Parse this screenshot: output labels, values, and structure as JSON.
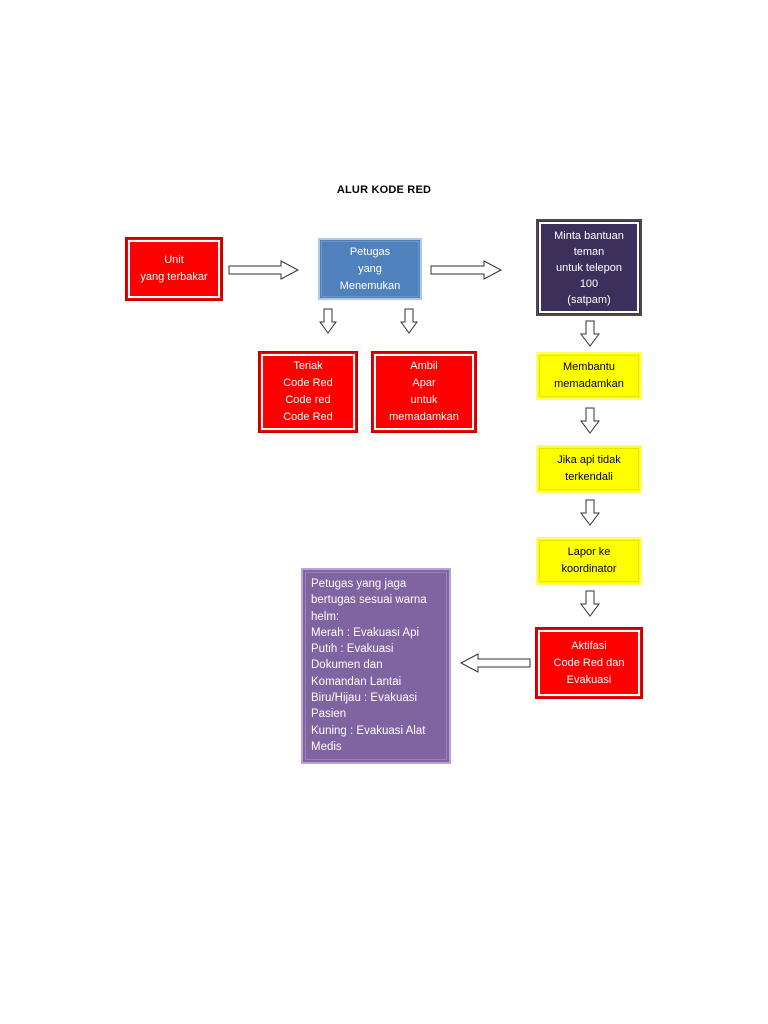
{
  "title": "ALUR KODE RED",
  "nodes": {
    "unit": [
      "Unit",
      "yang terbakar"
    ],
    "petugas": [
      "Petugas",
      "yang",
      "Menemukan"
    ],
    "minta": [
      "Minta bantuan",
      "teman",
      "untuk telepon",
      "100",
      "(satpam)"
    ],
    "teriak": [
      "Teriak",
      "Code Red",
      "Code red",
      "Code Red"
    ],
    "ambil": [
      "Ambil",
      "Apar",
      "untuk",
      "memadamkan"
    ],
    "membantu": [
      "Membantu",
      "memadamkan"
    ],
    "jika": [
      "Jika api tidak",
      "terkendali"
    ],
    "lapor": [
      "Lapor ke",
      "koordinator"
    ],
    "aktifasi": [
      "Aktifasi",
      "Code Red dan",
      "Evakuasi"
    ],
    "petugas_jaga": [
      "Petugas yang jaga",
      "bertugas sesuai warna",
      "helm:",
      "Merah : Evakuasi Api",
      "Putih : Evakuasi",
      "Dokumen dan",
      "Komandan Lantai",
      "Biru/Hijau : Evakuasi",
      "Pasien",
      "Kuning : Evakuasi Alat",
      "Medis"
    ]
  },
  "colors": {
    "red": "#ff0000",
    "blue": "#4f81bd",
    "dark_purple": "#3c2f5c",
    "yellow": "#ffff00",
    "purple": "#8064a2"
  }
}
